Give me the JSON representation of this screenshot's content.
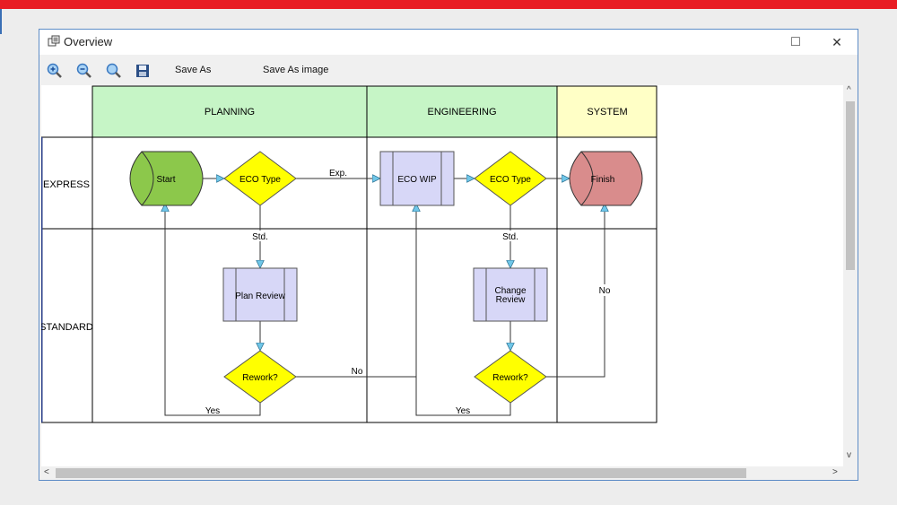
{
  "window": {
    "title": "Overview",
    "maximize_icon": "□",
    "close_icon": "✕"
  },
  "toolbar": {
    "save_as_label": "Save As",
    "save_image_label": "Save As image"
  },
  "diagram": {
    "lanes": {
      "planning": "PLANNING",
      "engineering": "ENGINEERING",
      "system": "SYSTEM"
    },
    "rows": {
      "express": "EXPRESS",
      "standard": "STANDARD"
    },
    "nodes": {
      "start": "Start",
      "eco_type_1": "ECO Type",
      "eco_wip": "ECO WIP",
      "eco_type_2": "ECO Type",
      "finish": "Finish",
      "plan_review": "Plan Review",
      "change_review_1": "Change",
      "change_review_2": "Review",
      "rework_1": "Rework?",
      "rework_2": "Rework?"
    },
    "edges": {
      "exp": "Exp.",
      "std_1": "Std.",
      "std_2": "Std.",
      "no_1": "No",
      "no_2": "No",
      "yes_1": "Yes",
      "yes_2": "Yes"
    },
    "colors": {
      "lane_header_green": "#c6f5c6",
      "lane_header_yellow": "#ffffc6",
      "start_green": "#8cc84b",
      "decision_yellow": "#ffff00",
      "process_lavender": "#d7d7f7",
      "finish_red": "#d98c8c",
      "arrow_cyan": "#6fc6e8"
    }
  },
  "scroll": {
    "up": "^",
    "down": "v",
    "left": "<",
    "right": ">"
  }
}
